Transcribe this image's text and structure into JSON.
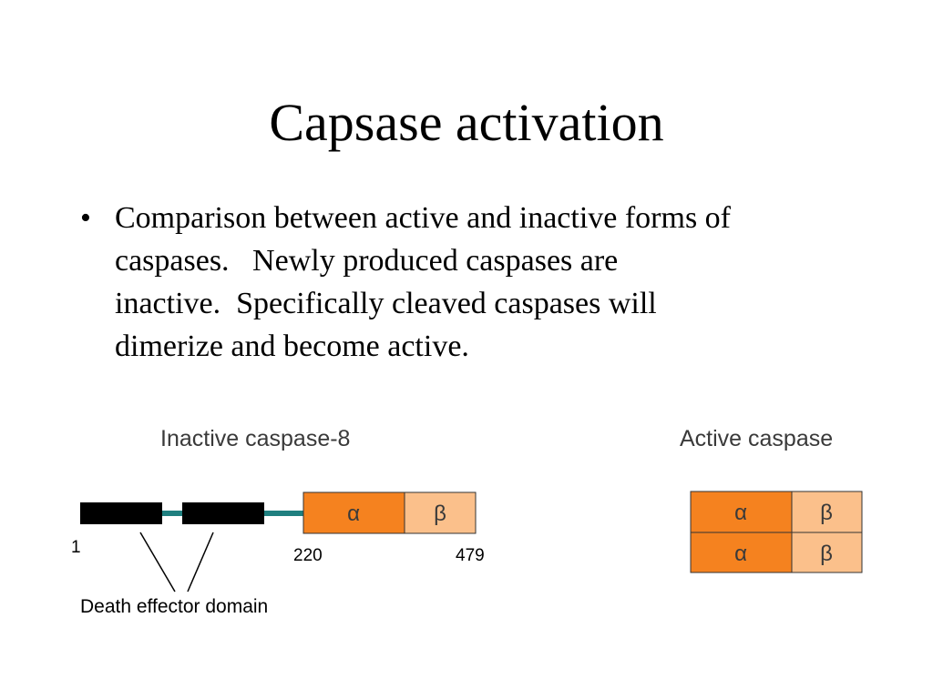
{
  "slide": {
    "title": "Capsase activation",
    "bullet_marker": "•",
    "bullet_lines": [
      "Comparison between active and inactive forms of",
      "caspases.   Newly produced caspases are",
      "inactive.  Specifically cleaved caspases will",
      "dimerize and become active."
    ]
  },
  "diagram": {
    "inactive_label": "Inactive caspase-8",
    "active_label": "Active caspase",
    "alpha_symbol": "α",
    "beta_symbol": "β",
    "position_start": "1",
    "position_mid": "220",
    "position_end": "479",
    "domain_label": "Death effector domain",
    "colors": {
      "alpha_fill": "#f5821f",
      "beta_fill": "#fbc08b",
      "domain_fill": "#000000",
      "linker": "#1f7f7f",
      "text_gray": "#3a3a3a"
    }
  }
}
